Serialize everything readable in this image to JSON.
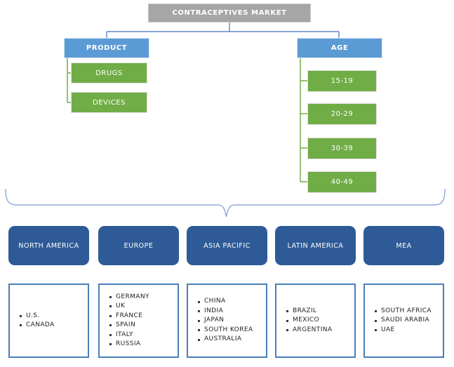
{
  "title": "CONTRACEPTIVES MARKET",
  "segments": [
    {
      "label": "PRODUCT",
      "items": [
        "DRUGS",
        "DEVICES"
      ]
    },
    {
      "label": "AGE",
      "items": [
        "15-19",
        "20-29",
        "30-39",
        "40-49"
      ]
    }
  ],
  "regions": [
    {
      "label": "NORTH AMERICA",
      "countries": [
        "U.S.",
        "CANADA"
      ]
    },
    {
      "label": "EUROPE",
      "countries": [
        "GERMANY",
        "UK",
        "FRANCE",
        "SPAIN",
        "ITALY",
        "RUSSIA"
      ]
    },
    {
      "label": "ASIA PACIFIC",
      "countries": [
        "CHINA",
        "INDIA",
        "JAPAN",
        "SOUTH KOREA",
        "AUSTRALIA"
      ]
    },
    {
      "label": "LATIN AMERICA",
      "countries": [
        "BRAZIL",
        "MEXICO",
        "ARGENTINA"
      ]
    },
    {
      "label": "MEA",
      "countries": [
        "SOUTH AFRICA",
        "SAUDI ARABIA",
        "UAE"
      ]
    }
  ],
  "colors": {
    "root_gray": "#a6a6a6",
    "segment_blue": "#5b9bd5",
    "leaf_green": "#70ad47",
    "region_navy": "#2e5b97",
    "country_border_blue": "#4a7ebb",
    "connector_blue": "#4472c4",
    "connector_green": "#70ad47",
    "brace_periwinkle": "#8ea9db"
  }
}
